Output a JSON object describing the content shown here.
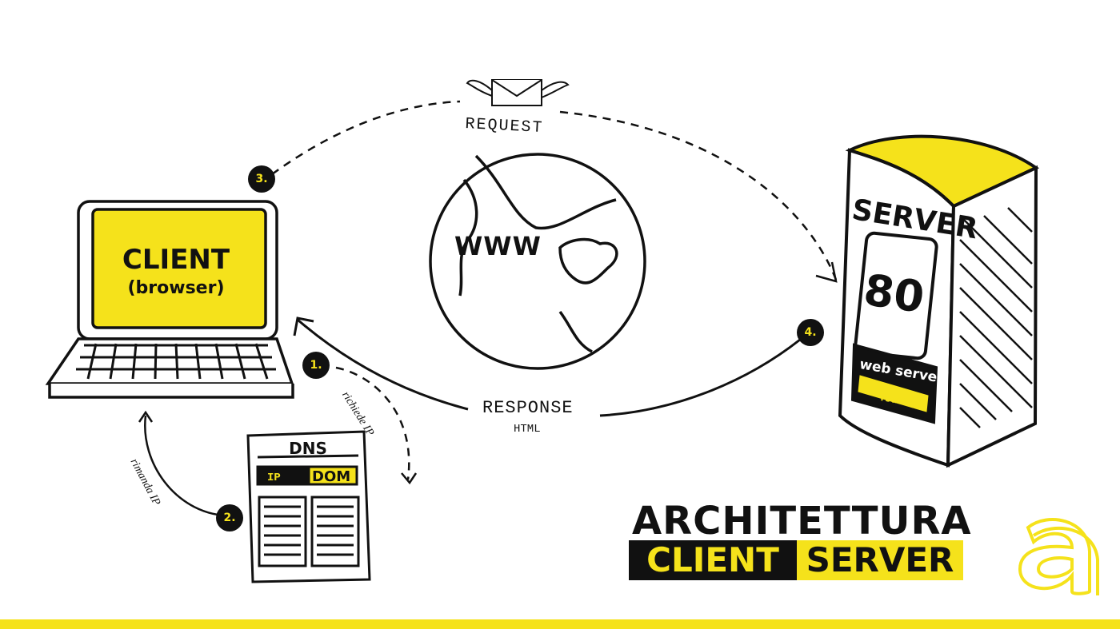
{
  "client": {
    "title": "CLIENT",
    "subtitle": "(browser)"
  },
  "server": {
    "title": "SERVER",
    "port": "80",
    "web_server": "web server",
    "routing": "routing"
  },
  "internet": {
    "label": "WWW"
  },
  "request": {
    "label": "REQUEST"
  },
  "response": {
    "label": "RESPONSE",
    "sublabel": "HTML"
  },
  "steps": [
    "1.",
    "2.",
    "3.",
    "4."
  ],
  "dns": {
    "title": "DNS",
    "col_ip": "IP",
    "col_dom": "DOM",
    "request_label": "richiede IP",
    "return_label": "rimanda IP"
  },
  "branding": {
    "title": "ARCHITETTURA",
    "tag_client": "CLIENT",
    "tag_server": "SERVER",
    "logo_letter": "a"
  },
  "colors": {
    "accent": "#f5e21b",
    "ink": "#111111",
    "background": "#ffffff"
  }
}
